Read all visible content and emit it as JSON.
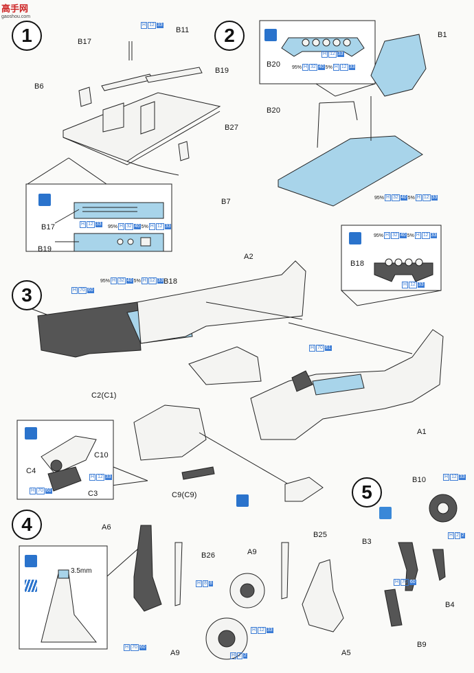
{
  "watermark": {
    "name": "高手网",
    "url": "gaoshou.com"
  },
  "steps": {
    "s1": "1",
    "s2": "2",
    "s3": "3",
    "s4": "4",
    "s5": "5"
  },
  "labels": {
    "b11": "B11",
    "b17": "B17",
    "b19": "B19",
    "b6": "B6",
    "b27": "B27",
    "b7": "B7",
    "b17b": "B17",
    "b19b": "B19",
    "b20": "B20",
    "b20b": "B20",
    "b1": "B1",
    "a2": "A2",
    "b18": "B18",
    "b18b": "B18",
    "a1": "A1",
    "c2c1": "C2(C1)",
    "c4": "C4",
    "c10": "C10",
    "c3": "C3",
    "c9c9": "C9(C9)",
    "a6": "A6",
    "b26": "B26",
    "a9": "A9",
    "a9b": "A9",
    "b25": "B25",
    "a5": "A5",
    "b10": "B10",
    "b3": "B3",
    "b4": "B4",
    "b9": "B9"
  },
  "dimension": {
    "value": "3.5mm"
  },
  "paint": {
    "h12": "H",
    "n12": "12",
    "n33": "33",
    "pct95": "95%",
    "pct5": "5%",
    "n32": "32",
    "n40": "40",
    "n70": "70",
    "n60": "60",
    "n61": "61",
    "n2": "2",
    "n8": "8",
    "n3": "3"
  },
  "icons": [
    "paint-brush-icon",
    "decal-stripe-icon",
    "glue-icon"
  ]
}
